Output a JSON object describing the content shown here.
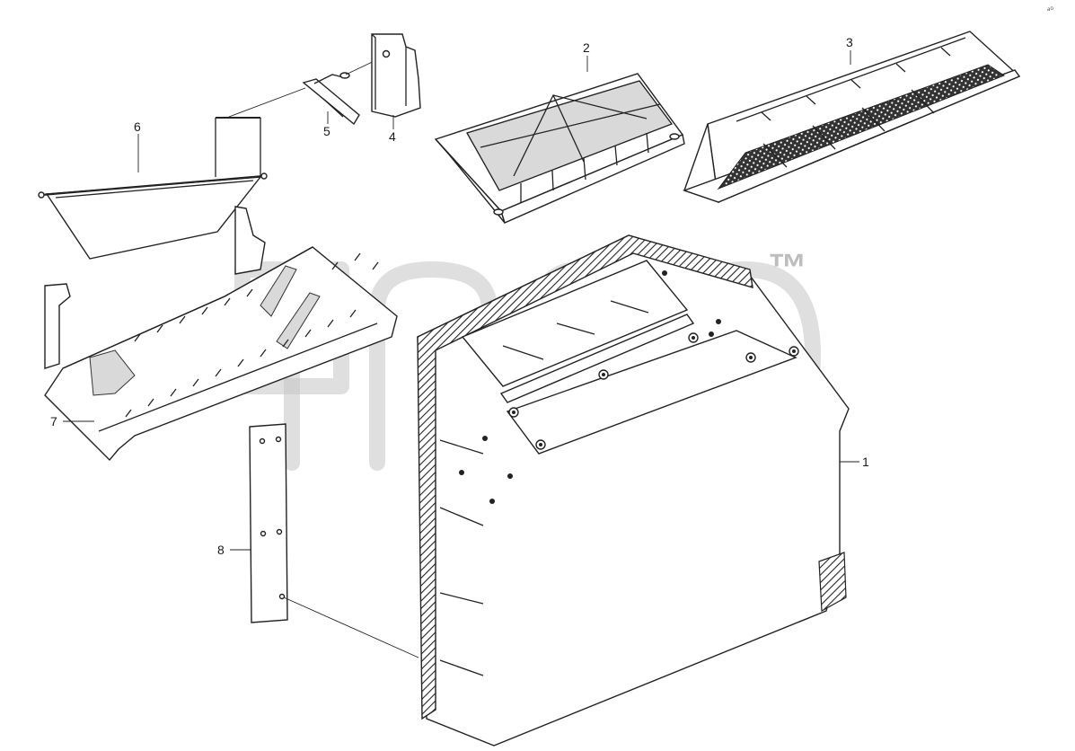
{
  "diagram": {
    "labels": [
      "1",
      "2",
      "3",
      "4",
      "5",
      "6",
      "7",
      "8"
    ],
    "watermark": {
      "mark": "™",
      "corner": "ᵃ⁰"
    }
  }
}
